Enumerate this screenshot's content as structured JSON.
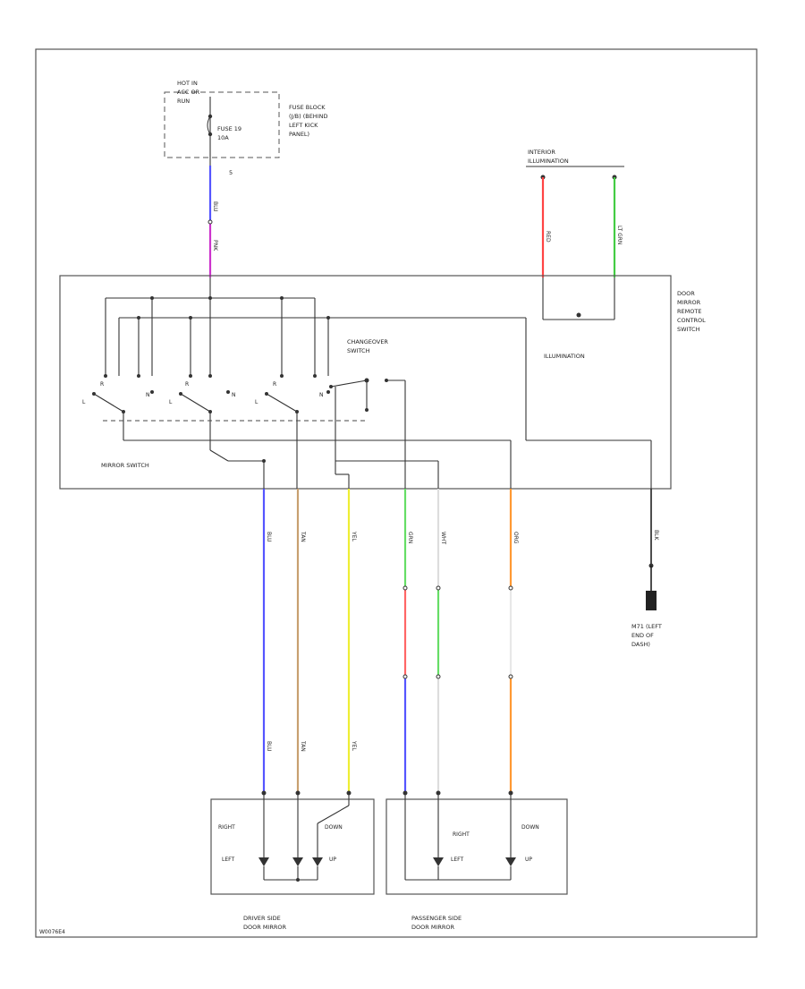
{
  "diagram_id": "W0076E4",
  "fuse_supply": {
    "hot_label": "HOT IN ACC OR RUN",
    "fuse_label": "FUSE 19 10A",
    "block_label": "FUSE BLOCK (J/B) (BEHIND LEFT KICK PANEL)",
    "pin_label": "5"
  },
  "interior_illumination": {
    "label": "INTERIOR ILLUMINATION"
  },
  "remote_switch": {
    "label": "DOOR MIRROR REMOTE CONTROL SWITCH",
    "illumination_label": "ILLUMINATION",
    "changeover_label": "CHANGEOVER SWITCH",
    "mirror_switch_label": "MIRROR SWITCH",
    "switch_markers": [
      "R",
      "L",
      "N",
      "R",
      "L",
      "N",
      "R",
      "L",
      "N"
    ]
  },
  "ground": {
    "label": "M71 (LEFT END OF DASH)"
  },
  "mirrors": {
    "driver": {
      "label": "DRIVER SIDE DOOR MIRROR",
      "motor_labels": [
        "RIGHT",
        "LEFT",
        "DOWN",
        "UP"
      ]
    },
    "passenger": {
      "label": "PASSENGER SIDE DOOR MIRROR",
      "motor_labels": [
        "RIGHT",
        "LEFT",
        "DOWN",
        "UP"
      ]
    }
  },
  "wires": {
    "supply": {
      "top_color": "#5555ff",
      "bottom_color": "#cc33cc",
      "label_top": "BLU",
      "label_bottom": "PNK"
    },
    "illum_1": {
      "color": "#ff4444",
      "label": "RED"
    },
    "illum_2": {
      "color": "#44cc44",
      "label": "LT GRN"
    },
    "w1": {
      "color": "#5555ff",
      "label": "BLU"
    },
    "w2": {
      "color": "#c8a070",
      "label": "TAN"
    },
    "w3": {
      "color": "#eeee33",
      "label": "YEL"
    },
    "w4": {
      "top_color": "#66dd66",
      "mid_color": "#ff6666",
      "bottom_color": "#5555ff",
      "label": "GRN"
    },
    "w5": {
      "top_color": "#dddddd",
      "mid_color": "#66dd66",
      "bottom_color": "#dddddd",
      "label": "WHT"
    },
    "w6": {
      "color": "#ff9933",
      "label": "ORG"
    },
    "ground_wire": {
      "color": "#222222",
      "label": "BLK"
    }
  }
}
